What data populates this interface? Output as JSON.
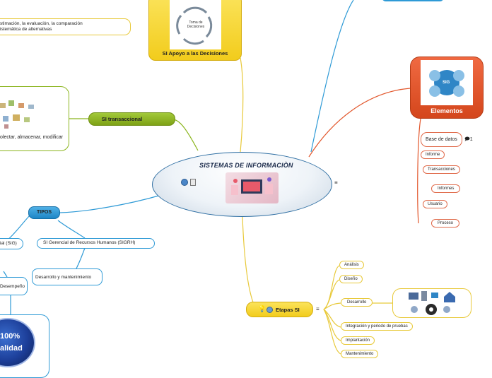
{
  "center": {
    "title": "SISTEMAS DE INFORMACIÒN"
  },
  "sad": {
    "label": "SI Apoyo a las Decisiones",
    "description_line1": "stimación, la evaluación, la comparación",
    "description_line2": "istemática de alternativas",
    "cycle_center": "Toma de Decisiones"
  },
  "transaccional": {
    "label": "SI  transaccional",
    "description": "olectar, almacenar, modificar"
  },
  "tipos": {
    "label": "TIPOS",
    "sig": "ial (SIG)",
    "sigrh": "SI  Gerencial de Recursos Humanos (SIGRH)",
    "desarrollo": "Desarrollo y mantenimiento",
    "desempeno": "Desempeño",
    "quality_badge_line1": "100%",
    "quality_badge_line2": "alidad"
  },
  "elementos": {
    "label": "Elementos",
    "image_center": "SIG",
    "items": [
      "Base de datos",
      "Informe",
      "Transacciones",
      "Informes",
      "Usuario",
      "Proceso"
    ],
    "comment_count": "1"
  },
  "etapas": {
    "label": "Etapas  SI",
    "items": [
      "Análisis",
      "Diseño",
      "Desarrollo",
      "Integración y periodo de pruebas",
      "Implantación",
      "Mantenimiento"
    ]
  },
  "colors": {
    "yellow": "#f5d327",
    "green": "#8bb51e",
    "blue": "#2e9ad6",
    "red": "#e2562b",
    "center_border": "#2f6fa3"
  },
  "icons": [
    "notes-icon",
    "lightbulb-icon",
    "globe-icon",
    "comment-icon",
    "lines-menu-icon"
  ]
}
